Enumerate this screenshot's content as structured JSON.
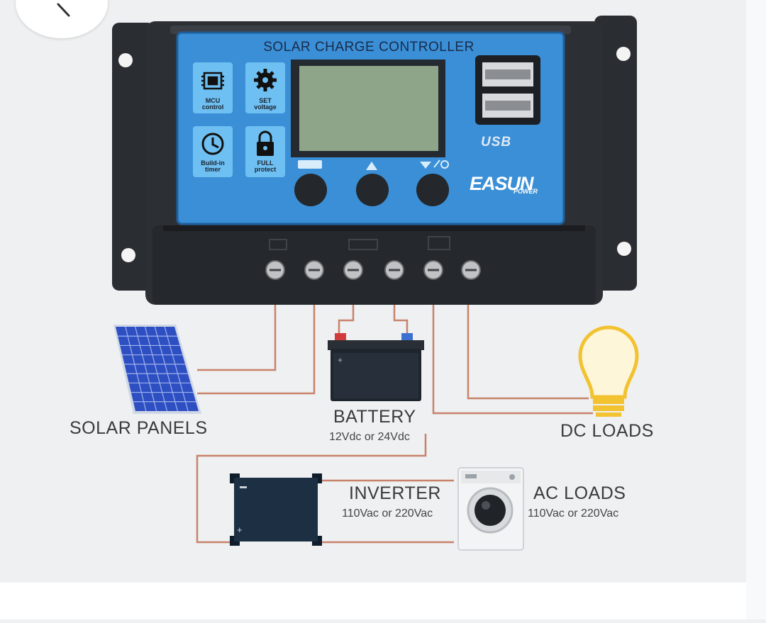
{
  "controller": {
    "title": "SOLAR CHARGE CONTROLLER",
    "buttons": [
      {
        "icon": "chip-icon",
        "caption_line1": "MCU",
        "caption_line2": "control"
      },
      {
        "icon": "gear-icon",
        "caption_line1": "SET",
        "caption_line2": "voltage"
      },
      {
        "icon": "clock-icon",
        "caption_line1": "Build-in",
        "caption_line2": "timer"
      },
      {
        "icon": "lock-icon",
        "caption_line1": "FULL",
        "caption_line2": "protect"
      }
    ],
    "usb_label": "USB",
    "brand": "EASUN",
    "brand_sub": "POWER"
  },
  "labels": {
    "solar_panels": "SOLAR PANELS",
    "battery": "BATTERY",
    "battery_spec": "12Vdc or 24Vdc",
    "dc_loads": "DC LOADS",
    "inverter": "INVERTER",
    "inverter_spec": "110Vac or 220Vac",
    "ac_loads": "AC LOADS",
    "ac_loads_spec": "110Vac or 220Vac"
  },
  "colors": {
    "panel_blue": "#3a8fd6",
    "housing": "#2a2d31",
    "lcd": "#8ea58a",
    "wire": "#c9826a",
    "bulb": "#f2c230",
    "solar_blue": "#2e4fc2"
  }
}
